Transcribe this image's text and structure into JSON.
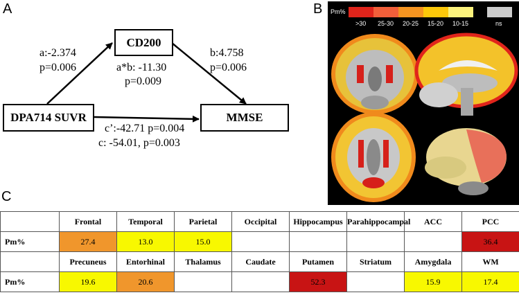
{
  "panels": {
    "a": "A",
    "b": "B",
    "c": "C"
  },
  "mediation": {
    "nodes": {
      "predictor": "DPA714 SUVR",
      "mediator": "CD200",
      "outcome": "MMSE"
    },
    "path_a": {
      "coef": "a:-2.374",
      "p": "p=0.006"
    },
    "path_b": {
      "coef": "b:4.758",
      "p": "p=0.006"
    },
    "indirect": {
      "coef": "a*b: -11.30",
      "p": "p=0.009"
    },
    "direct": {
      "c_prime": "c’:-42.71 p=0.004",
      "c_total": "c: -54.01, p=0.003"
    }
  },
  "legend": {
    "title": "Pm%",
    "bins": [
      {
        "label": ">30",
        "color": "#e0241b"
      },
      {
        "label": "25-30",
        "color": "#f25f3a"
      },
      {
        "label": "20-25",
        "color": "#f59420"
      },
      {
        "label": "15-20",
        "color": "#fcc80a"
      },
      {
        "label": "10-15",
        "color": "#fbf27c"
      },
      {
        "label": "ns",
        "color": "#cccccc"
      }
    ]
  },
  "table": {
    "row_label": "Pm%",
    "rows": [
      {
        "headers": [
          "Frontal",
          "Temporal",
          "Parietal",
          "Occipital",
          "Hippocampus",
          "Parahippocampal",
          "ACC",
          "PCC"
        ],
        "values": [
          "27.4",
          "13.0",
          "15.0",
          "",
          "",
          "",
          "",
          "36.4"
        ],
        "colors": [
          "#f0962c",
          "#f8f800",
          "#f8f800",
          "",
          "",
          "",
          "",
          "#c81414"
        ]
      },
      {
        "headers": [
          "Precuneus",
          "Entorhinal",
          "Thalamus",
          "Caudate",
          "Putamen",
          "Striatum",
          "Amygdala",
          "WM"
        ],
        "values": [
          "19.6",
          "20.6",
          "",
          "",
          "52.3",
          "",
          "15.9",
          "17.4"
        ],
        "colors": [
          "#f8f800",
          "#f0962c",
          "",
          "",
          "#c81414",
          "",
          "#f8f800",
          "#f8f800"
        ]
      }
    ]
  }
}
